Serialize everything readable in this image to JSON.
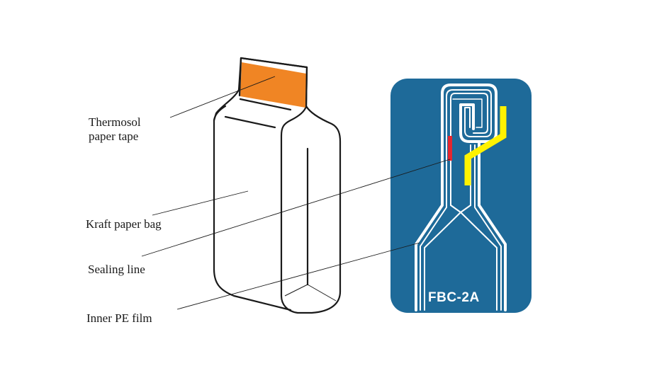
{
  "diagram": {
    "labels": {
      "thermosol_line1": "Thermosol",
      "thermosol_line2": "paper tape",
      "kraft": "Kraft paper bag",
      "sealing": "Sealing line",
      "inner_pe": "Inner PE film"
    },
    "panel": {
      "model": "FBC-2A"
    },
    "colors": {
      "panel_blue": "#1e6a99",
      "tape_orange": "#f08524",
      "seal_red": "#e5262f",
      "yellow_strip": "#fff200",
      "outline": "#1a1a1a"
    }
  }
}
